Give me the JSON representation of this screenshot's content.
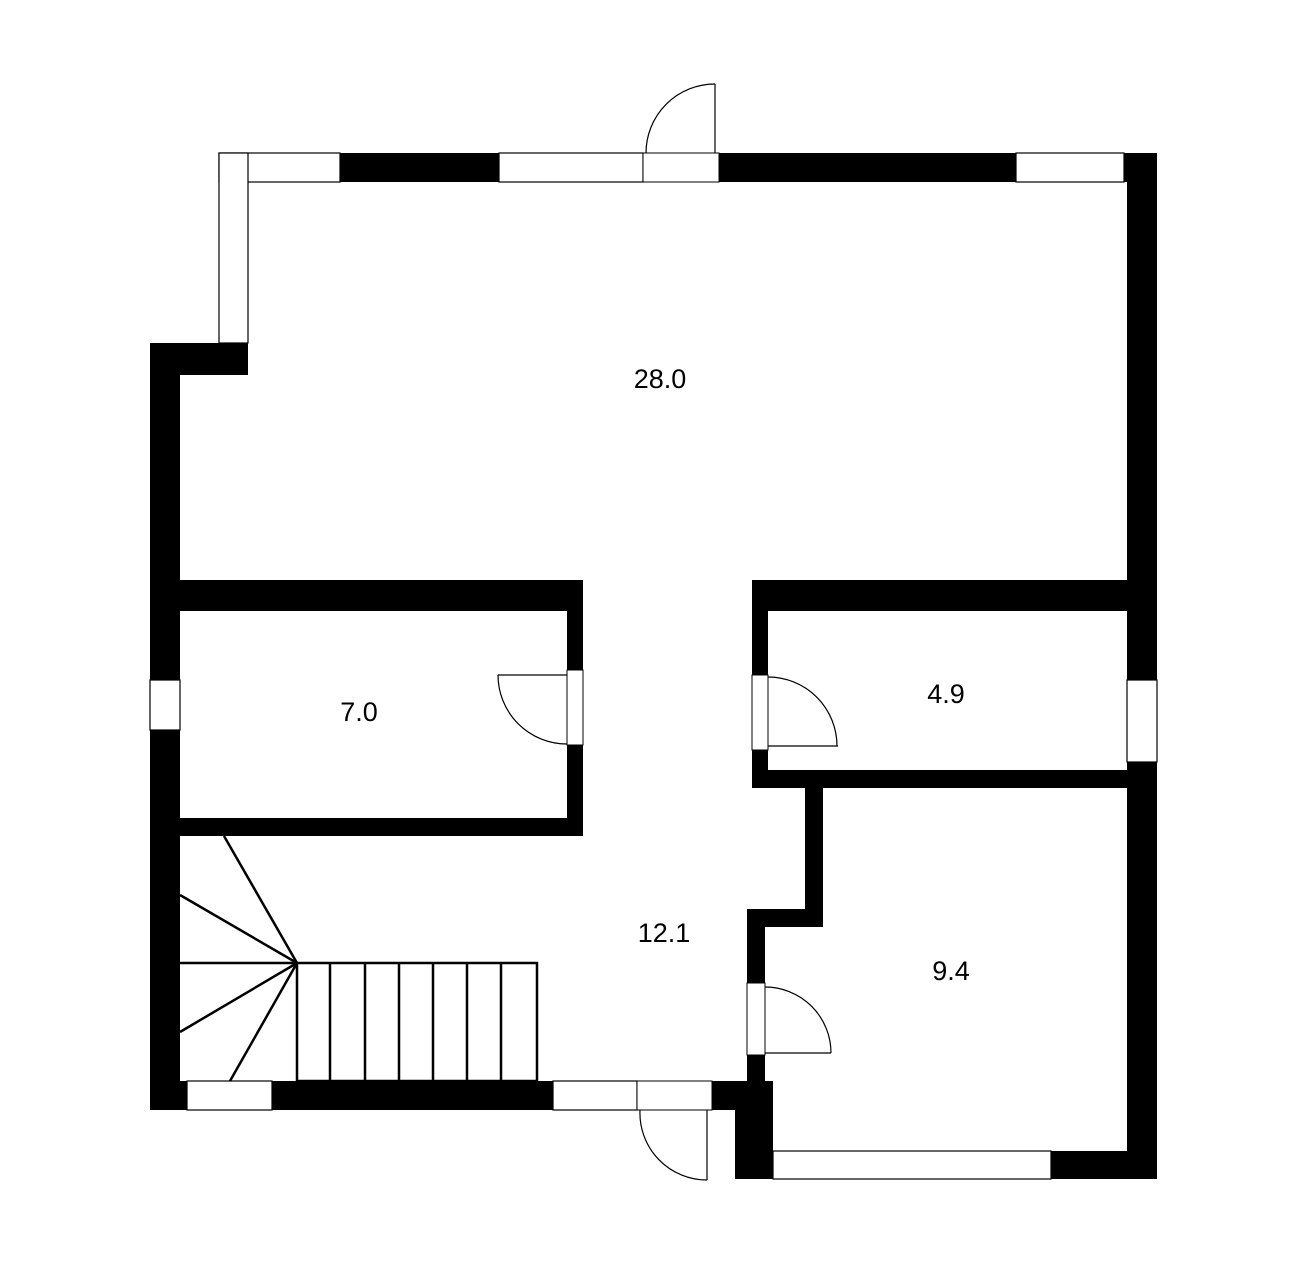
{
  "plan": {
    "rooms": [
      {
        "id": "main-hall",
        "area": "28.0"
      },
      {
        "id": "left-room",
        "area": "7.0"
      },
      {
        "id": "right-small-room",
        "area": "4.9"
      },
      {
        "id": "hallway",
        "area": "12.1"
      },
      {
        "id": "right-bottom-room",
        "area": "9.4"
      }
    ]
  }
}
